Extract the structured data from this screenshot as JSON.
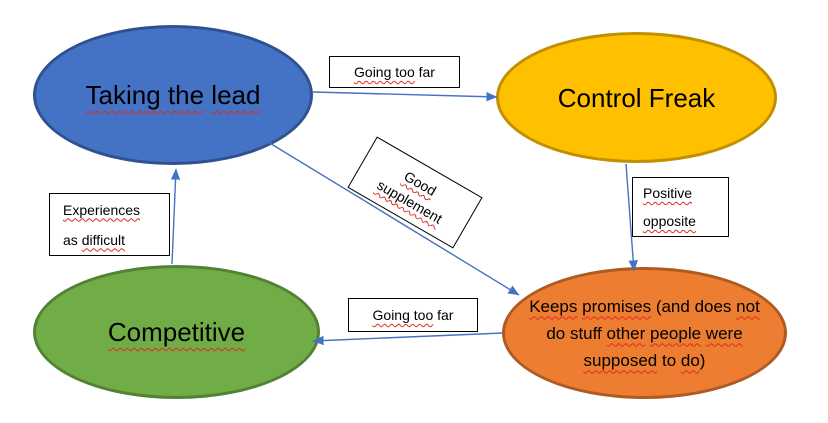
{
  "colors": {
    "background": "#FFFFFF",
    "arrow": "#4472C4",
    "squiggle": "#E02B20",
    "label_box_fill": "#FFFFFF",
    "label_box_border": "#000000",
    "node_text": "#000000"
  },
  "nodes": [
    {
      "id": "taking-the-lead",
      "text": "Taking the lead",
      "shape": "ellipse",
      "fill": "#4472C4",
      "border": "#2F528F",
      "lines": [
        [
          {
            "text": "Taking the",
            "misspelled": true
          },
          {
            "text": " ",
            "misspelled": false
          },
          {
            "text": "lead",
            "misspelled": true
          }
        ]
      ]
    },
    {
      "id": "control-freak",
      "text": "Control Freak",
      "shape": "ellipse",
      "fill": "#FFC000",
      "border": "#BF9000",
      "lines": [
        [
          {
            "text": "Control Freak",
            "misspelled": false
          }
        ]
      ]
    },
    {
      "id": "competitive",
      "text": "Competitive",
      "shape": "ellipse",
      "fill": "#70AD47",
      "border": "#548235",
      "lines": [
        [
          {
            "text": "Competitive",
            "misspelled": true
          }
        ]
      ]
    },
    {
      "id": "keeps-promises",
      "text": "Keeps promises (and does not do stuff other people were supposed to do)",
      "shape": "ellipse",
      "fill": "#ED7D31",
      "border": "#AE5A21",
      "lines": [
        [
          {
            "text": "Keeps",
            "misspelled": true
          },
          {
            "text": " ",
            "misspelled": false
          },
          {
            "text": "promises",
            "misspelled": true
          },
          {
            "text": " (and does ",
            "misspelled": false
          },
          {
            "text": "not",
            "misspelled": true
          }
        ],
        [
          {
            "text": "do stuff ",
            "misspelled": false
          },
          {
            "text": "other",
            "misspelled": true
          },
          {
            "text": " ",
            "misspelled": false
          },
          {
            "text": "people",
            "misspelled": true
          },
          {
            "text": " ",
            "misspelled": false
          },
          {
            "text": "were",
            "misspelled": true
          }
        ],
        [
          {
            "text": "supposed",
            "misspelled": true
          },
          {
            "text": " to ",
            "misspelled": false
          },
          {
            "text": "do",
            "misspelled": true
          },
          {
            "text": ")",
            "misspelled": false
          }
        ]
      ]
    }
  ],
  "edge_labels": [
    {
      "id": "going-too-far-top",
      "text": "Going too far",
      "lines": [
        [
          {
            "text": "Going too",
            "misspelled": true
          },
          {
            "text": " far",
            "misspelled": false
          }
        ]
      ]
    },
    {
      "id": "good-supplement",
      "text": "Good supplement",
      "lines": [
        [
          {
            "text": "Good",
            "misspelled": true
          }
        ],
        [
          {
            "text": "supplement",
            "misspelled": true
          }
        ]
      ]
    },
    {
      "id": "positive-opposite",
      "text": "Positive opposite",
      "lines": [
        [
          {
            "text": "Positive",
            "misspelled": true
          }
        ],
        [
          {
            "text": "opposite",
            "misspelled": true
          }
        ]
      ]
    },
    {
      "id": "experiences-as-difficult",
      "text": "Experiences as difficult",
      "lines": [
        [
          {
            "text": "Experiences",
            "misspelled": true
          }
        ],
        [
          {
            "text": "as ",
            "misspelled": false
          },
          {
            "text": "difficult",
            "misspelled": true
          }
        ]
      ]
    },
    {
      "id": "going-too-far-bottom",
      "text": "Going too far",
      "lines": [
        [
          {
            "text": "Going too",
            "misspelled": true
          },
          {
            "text": " far",
            "misspelled": false
          }
        ]
      ]
    }
  ],
  "edges": [
    {
      "from": "taking-the-lead",
      "to": "control-freak",
      "label": "Going too far"
    },
    {
      "from": "control-freak",
      "to": "keeps-promises",
      "label": "Positive opposite"
    },
    {
      "from": "taking-the-lead",
      "to": "keeps-promises",
      "label": "Good supplement"
    },
    {
      "from": "keeps-promises",
      "to": "competitive",
      "label": "Going too far"
    },
    {
      "from": "competitive",
      "to": "taking-the-lead",
      "label": "Experiences as difficult"
    }
  ]
}
